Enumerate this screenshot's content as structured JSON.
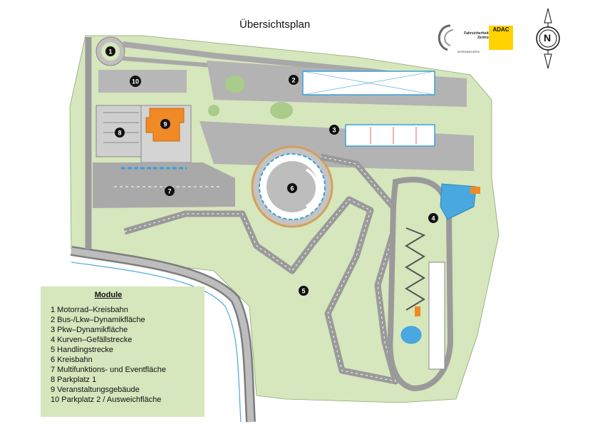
{
  "title": "Übersichtsplan",
  "legend": {
    "heading": "Module",
    "items": [
      "1 Motorrad–Kreisbahn",
      "2 Bus-/Lkw–Dynamikfläche",
      "3 Pkw–Dynamikfläche",
      "4 Kurven–Gefällstrecke",
      "5 Handlingstrecke",
      "6 Kreisbahn",
      "7 Multifunktions- und Eventfläche",
      "8 Parkplatz 1",
      "9 Veranstaltungsgebäude",
      "10 Parkplatz 2 / Ausweichfläche"
    ]
  },
  "markers": [
    "1",
    "2",
    "3",
    "4",
    "5",
    "6",
    "7",
    "8",
    "9",
    "10"
  ],
  "logo": {
    "name": "Fahrsicherheits-Zentrum",
    "badge": "ADAC",
    "subtitle": "NORDBAYERN"
  },
  "compass_label": "N",
  "colors": {
    "grass": "#d6e6bd",
    "asphalt": "#b3b3b3",
    "road": "#9a9a9a",
    "building": "#f08a24",
    "water": "#4aa8e0",
    "marker": "#111111"
  }
}
